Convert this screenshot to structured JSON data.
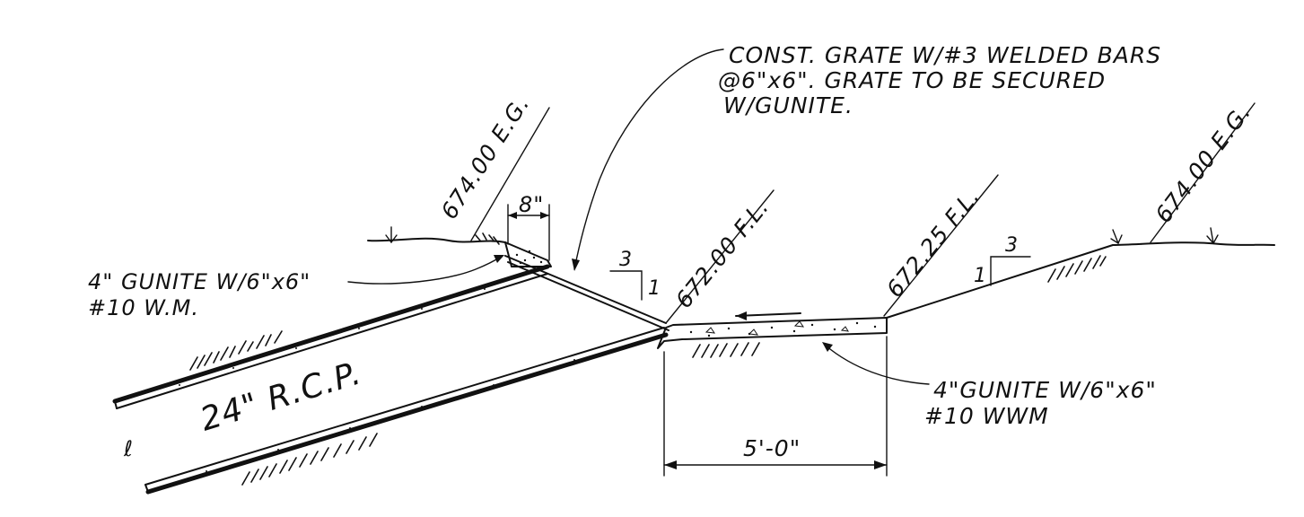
{
  "labels": {
    "grate_note_1": "CONST. GRATE W/#3 WELDED BARS",
    "grate_note_2": "@6\"x6\". GRATE TO BE SECURED",
    "grate_note_3": "W/GUNITE.",
    "eg_left": "674.00 E.G.",
    "eg_right": "674.00 E.G.",
    "fl_left": "672.00 F.L.",
    "fl_right": "672.25 F.L.",
    "dim_8": "8\"",
    "gunite_left_1": "4\" GUNITE W/6\"x6\"",
    "gunite_left_2": "#10 W.M.",
    "gunite_right_1": "4\"GUNITE W/6\"x6\"",
    "gunite_right_2": "#10 WWM",
    "pipe": "24\" R.C.P.",
    "dim_5": "5'-0\"",
    "slope_left_run": "3",
    "slope_left_rise": "1",
    "slope_right_run": "3",
    "slope_right_rise": "1",
    "centerline": "ℓ"
  }
}
